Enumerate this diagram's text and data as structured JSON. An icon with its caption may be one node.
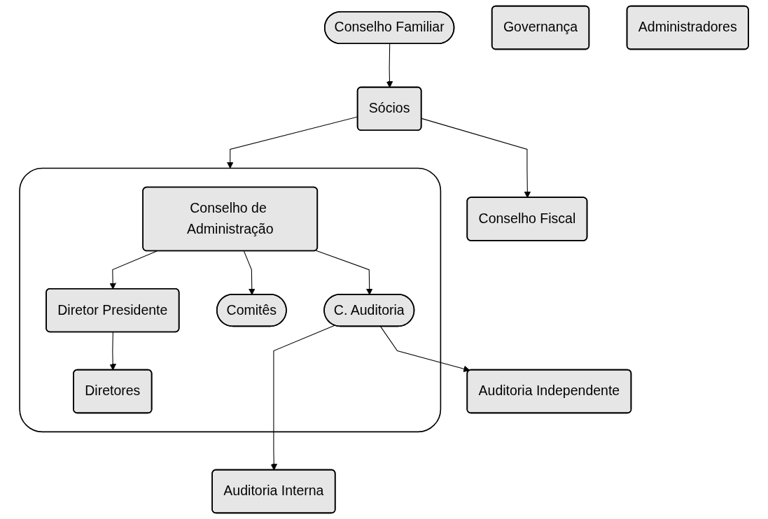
{
  "diagram": {
    "nodes": [
      {
        "text": [
          "Conselho Familiar"
        ]
      },
      {
        "text": [
          "Governança"
        ]
      },
      {
        "text": [
          "Sócios"
        ]
      },
      {
        "text": [],
        "shape": "box"
      },
      {
        "text": [
          "Conselho de Administração"
        ],
        "in": 3
      },
      {
        "text": [
          "Auditoria Independente"
        ]
      },
      {
        "text": [
          "Auditoria Interna"
        ]
      },
      {
        "text": [
          "C. Auditoria"
        ],
        "in": 3
      },
      {
        "text": [
          "Comitês"
        ],
        "in": 3
      },
      {
        "text": [
          "Conselho Fiscal"
        ]
      },
      {
        "text": [
          "Diretor Presidente"
        ],
        "in": 3
      },
      {
        "text": [
          "Diretores"
        ],
        "in": 3
      },
      {
        "text": [
          "Administradores"
        ]
      }
    ],
    "edges": [
      {
        "from": 0,
        "to": 2,
        "arrow": "to"
      },
      {
        "from": 2,
        "to": 3,
        "arrow": "to"
      },
      {
        "from": 2,
        "to": 9,
        "arrow": "to"
      },
      {
        "from": 4,
        "to": 7,
        "arrow": "to"
      },
      {
        "from": 4,
        "to": 8,
        "arrow": "to"
      },
      {
        "from": 4,
        "to": 10,
        "arrow": "to"
      },
      {
        "from": 7,
        "to": 5,
        "arrow": "to"
      },
      {
        "from": 7,
        "to": 6,
        "arrow": "to"
      },
      {
        "from": 10,
        "to": 11,
        "arrow": "to"
      }
    ]
  }
}
